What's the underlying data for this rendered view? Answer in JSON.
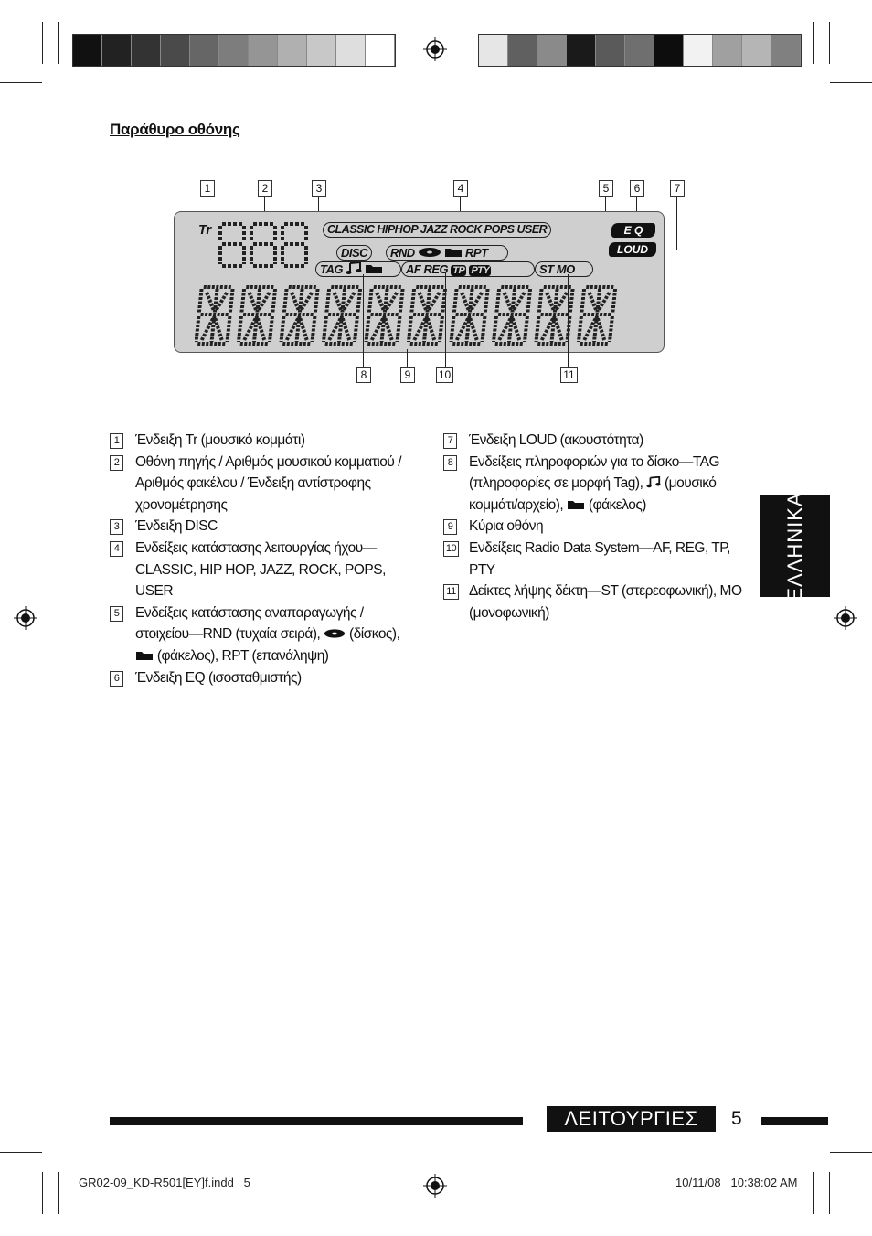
{
  "heading": "Παράθυρο οθόνης",
  "callouts_top": [
    "1",
    "2",
    "3",
    "4",
    "5",
    "6",
    "7"
  ],
  "callouts_bottom": [
    "8",
    "9",
    "10",
    "11"
  ],
  "lcd": {
    "tr": "Tr",
    "modes": "CLASSIC HIPHOP JAZZ ROCK POPS USER",
    "eq": "E Q",
    "loud": "LOUD",
    "disc": "DISC",
    "rnd": "RND",
    "rpt": "RPT",
    "tag": "TAG",
    "af": "AF",
    "reg": "REG",
    "tp": "TP",
    "pty": "PTY",
    "st": "ST",
    "mo": "MO",
    "source_digits": "888",
    "main_digits": "8888888888"
  },
  "legend_left": [
    {
      "num": "1",
      "text": "Ένδειξη Tr (μουσικό κομμάτι)"
    },
    {
      "num": "2",
      "text": "Οθόνη πηγής / Αριθμός μουσικού κομματιού / Αριθμός φακέλου / Ένδειξη αντίστροφης χρονομέτρησης"
    },
    {
      "num": "3",
      "text": "Ένδειξη DISC"
    },
    {
      "num": "4",
      "text": "Ενδείξεις κατάστασης λειτουργίας ήχου—CLASSIC, HIP HOP, JAZZ, ROCK, POPS, USER"
    },
    {
      "num": "5",
      "text_a": "Ενδείξεις κατάστασης αναπαραγωγής / στοιχείου—RND (τυχαία σειρά),",
      "text_b": "(δίσκος),",
      "text_c": "(φάκελος), RPT (επανάληψη)"
    },
    {
      "num": "6",
      "text": "Ένδειξη EQ (ισοσταθμιστής)"
    }
  ],
  "legend_right": [
    {
      "num": "7",
      "text": "Ένδειξη LOUD (ακουστότητα)"
    },
    {
      "num": "8",
      "text_a": "Ενδείξεις πληροφοριών για το δίσκο—TAG (πληροφορίες σε μορφή Tag),",
      "text_b": "(μουσικό κομμάτι/αρχείο),",
      "text_c": "(φάκελος)"
    },
    {
      "num": "9",
      "text": "Κύρια οθόνη"
    },
    {
      "num": "10",
      "text": "Ενδείξεις Radio Data System—AF, REG, TP, PTY"
    },
    {
      "num": "11",
      "text": "Δείκτες λήψης δέκτη—ST (στερεοφωνική), MO (μονοφωνική)"
    }
  ],
  "side_tab": "ΕΛΛΗΝΙΚΑ",
  "footer": {
    "section": "ΛΕΙΤΟΥΡΓΙΕΣ",
    "page": "5",
    "file": "GR02-09_KD-R501[EY]f.indd   5",
    "date": "10/11/08   10:38:02 AM"
  },
  "colors": {
    "colorbar_left": [
      "#111111",
      "#222222",
      "#333333",
      "#4a4a4a",
      "#666666",
      "#7d7d7d",
      "#959595",
      "#b0b0b0",
      "#c8c8c8",
      "#dedede",
      "#ffffff"
    ],
    "colorbar_right": [
      "#e6e6e6",
      "#606060",
      "#8a8a8a",
      "#1a1a1a",
      "#5a5a5a",
      "#6f6f6f",
      "#0d0d0d",
      "#f2f2f2",
      "#a0a0a0",
      "#b5b5b5",
      "#808080"
    ]
  }
}
